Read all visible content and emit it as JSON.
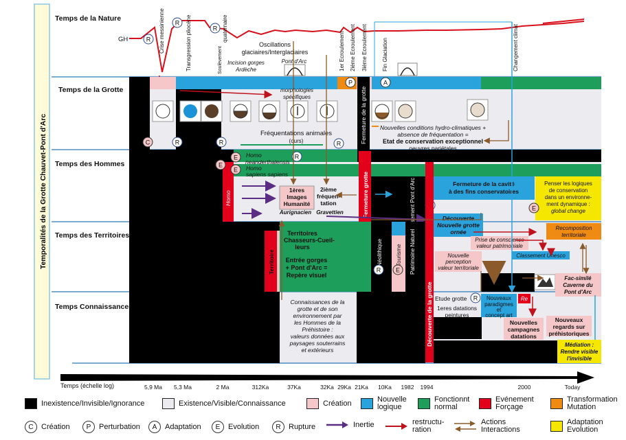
{
  "side_title": "Temporalités de la Grotte Chauvet-Pont d'Arc",
  "rows": {
    "nature": "Temps de la Nature",
    "grotte": "Temps de la Grotte",
    "hommes": "Temps des Hommes",
    "territoires": "Temps des Territoires",
    "connaissances": "Temps Connaissances"
  },
  "nature": {
    "gh": "GH",
    "crise": "Crise messinienne",
    "transgression": "Transgression pliocène",
    "soulevement_a": "Soulèvement",
    "soulevement_b": "quaternaire",
    "oscillations_1": "Oscillations",
    "oscillations_2": "glaciaires/Interglaciaires",
    "incision_1": "Incision gorges",
    "incision_2": "Ardèche",
    "pont_arc": "Pont d'Arc",
    "ecroulement_1": "1er Ecroulement",
    "ecroulement_2": "2ième Ecroulement",
    "ecroulement_3": "3ième Ecroulement",
    "fin_glaciation": "Fin Glaciation",
    "changement_climat": "Changement climat"
  },
  "grotte": {
    "morphologies_1": "morphologies",
    "morphologies_2": "spécifiques",
    "frequentations_1": "Fréquentations animales",
    "frequentations_2": "(ours)",
    "fermeture": "Fermeture de la grotte",
    "nouvelles_1": "Nouvelles conditions hydro-climatiques +",
    "nouvelles_2": "absence de fréquentation =",
    "etat": "Etat de conservation exceptionnel",
    "oeuvres": "oeuvres pariétales"
  },
  "hommes": {
    "neander_1": "Homo",
    "neander_2": "neanderthalensis",
    "sapiens_1": "Homo",
    "sapiens_2": "sapiens sapiens",
    "homo": "Homo",
    "premieres_1": "1ères",
    "premieres_2": "Images",
    "premieres_3": "Humanité",
    "deuxieme_1": "2ième",
    "deuxieme_2": "fréquen-",
    "deuxieme_3": "tation",
    "aurignacien": "Aurignacien",
    "gravettien": "Gravettien",
    "fermeture": "Fermeture grotte",
    "fermeture_cavite_1": "Fermeture de la cavité",
    "fermeture_cavite_2": "à des fins conservatoires",
    "penser_1": "Penser les logiques",
    "penser_2": "de conservation",
    "penser_3": "dans un environne-",
    "penser_4": "ment dynamique :",
    "penser_5": "global change"
  },
  "territoires": {
    "territoire": "Territoire",
    "tcc_1": "Territoires",
    "tcc_2": "Chasseurs-Cueil-",
    "tcc_3": "leurs",
    "entree_1": "Entrée gorges",
    "entree_2": "+ Pont d'Arc =",
    "entree_3": "Repère visuel",
    "neolithique": "Néolithique",
    "tourisme": "Tourisme",
    "patrimoine": "Patrimoine Naturel",
    "classement_pont": "Classement Pont d'Arc",
    "decouverte_1": "Découverte",
    "decouverte_2": "Nouvelle grotte",
    "decouverte_3": "ornée",
    "prise_1": "Prise de conscience",
    "prise_2": "valeur patrimoniale",
    "recomposition_1": "Recomposition",
    "recomposition_2": "territoriale",
    "nouvelle_perception_1": "Nouvelle",
    "nouvelle_perception_2": "perception",
    "nouvelle_perception_3": "valeur territoriale",
    "unesco": "Classement Unesco",
    "fac_1": "Fac-similé",
    "fac_2": "Caverne du",
    "fac_3": "Pont d'Arc",
    "decouverte_grotte": "Découverte de la grotte"
  },
  "connaissances": {
    "conn_1": "Connaissances de la",
    "conn_2": "grotte et de son",
    "conn_3": "environnement par",
    "conn_4": "les Hommes de la",
    "conn_5": "Préhistoire :",
    "conn_6": "valeurs données aux",
    "conn_7": "paysages souterrains",
    "conn_8": "et extérieurs",
    "etude": "Etude grotte",
    "datations_1": "1eres datations",
    "datations_2": "peintures",
    "paradigmes_1": "Nouveaux",
    "paradigmes_2": "paradigmes",
    "paradigmes_3": "et",
    "paradigmes_4": "concept art",
    "re": "Re",
    "campagnes_1": "Nouvelles",
    "campagnes_2": "campagnes",
    "campagnes_3": "datations",
    "regards_1": "Nouveaux",
    "regards_2": "regards sur",
    "regards_3": "préhistoriques",
    "mediation_1": "Médiation :",
    "mediation_2": "Rendre visible",
    "mediation_3": "l'invisible"
  },
  "axis": {
    "label": "Temps (échelle log)",
    "ticks": [
      "5,9 Ma",
      "5,3 Ma",
      "2 Ma",
      "312Ka",
      "37Ka",
      "32Ka",
      "29Ka",
      "21Ka",
      "10Ka",
      "1982",
      "1994",
      "2000",
      "Today"
    ]
  },
  "legend": {
    "inexistence": "Inexistence/Invisible/Ignorance",
    "existence": "Existence/Visible/Connaissance",
    "creation": "Création",
    "nouvelle_1": "Nouvelle",
    "nouvelle_2": "logique",
    "fonction_1": "Fonctionnt",
    "fonction_2": "normal",
    "evenement_1": "Evénement",
    "evenement_2": "Forçage",
    "transformation_1": "Transformation",
    "transformation_2": "Mutation",
    "adaptation_1": "Adaptation",
    "adaptation_2": "Evolution",
    "c_label": "Création",
    "p_label": "Perturbation",
    "a_label": "Adaptation",
    "e_label": "Evolution",
    "r_label": "Rupture",
    "inertie": "Inertie",
    "restructu_1": "restructu-",
    "restructu_2": "ration",
    "actions_1": "Actions",
    "actions_2": "Interactions",
    "letters": {
      "c": "C",
      "p": "P",
      "a": "A",
      "e": "E",
      "r": "R"
    }
  },
  "colors": {
    "black": "#000000",
    "grey": "#ececf0",
    "pink": "#f6c7c9",
    "blue": "#2aa3dc",
    "green": "#1e9e5b",
    "red": "#e3001b",
    "orange": "#ef8a12",
    "yellow": "#f5e700",
    "purple": "#5a2d82",
    "brown": "#8a5a2b",
    "darkred": "#c0121c"
  }
}
